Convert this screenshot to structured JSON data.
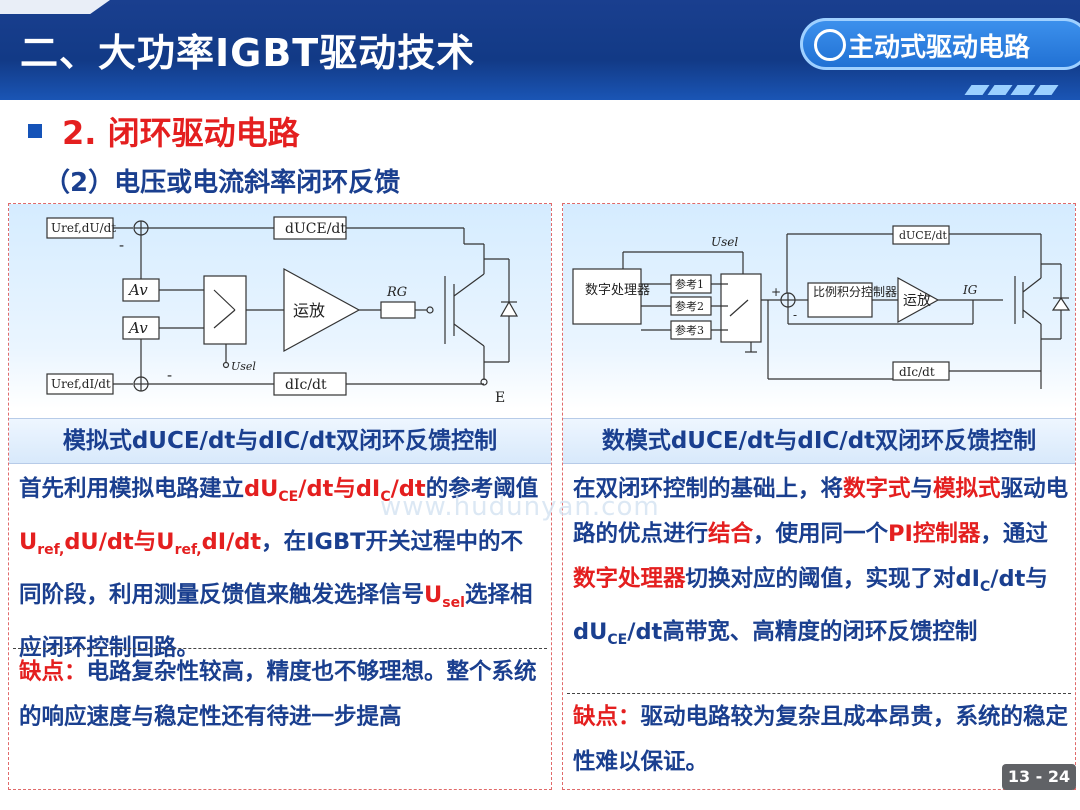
{
  "header": {
    "title": "二、大功率IGBT驱动技术",
    "section": "主动式驱动电路"
  },
  "heading": {
    "main": "2. 闭环驱动电路",
    "sub": "（2）电压或电流斜率闭环反馈"
  },
  "left": {
    "diagram": {
      "uref_du": "Uref,dU/dt",
      "uref_di": "Uref,dI/dt",
      "av": "Av",
      "feedback_top": "dUCE/dt",
      "feedback_bottom": "dIc/dt",
      "amp": "运放",
      "rg": "RG",
      "usel": "Usel",
      "minus": "-",
      "e_label": "E"
    },
    "subtitle": "模拟式dUCE/dt与dIC/dt双闭环反馈控制",
    "body": {
      "t1": "首先利用模拟电路建立",
      "r1": "dU",
      "r1_sub": "CE",
      "r2": "/dt与dI",
      "r2_sub": "C",
      "r3": "/dt",
      "t2": "的参考阈值",
      "r4": "U",
      "r4_sub": "ref,",
      "r5": "dU/dt与U",
      "r5_sub": "ref,",
      "r6": "dI/dt",
      "t3": "，在IGBT开关过程中的不同阶段，利用测量反馈值来触发选择信号",
      "r7": "U",
      "r7_sub": "sel",
      "t4": "选择相应闭环控制回路。"
    },
    "con": {
      "label": "缺点：",
      "text": "电路复杂性较高，精度也不够理想。整个系统的响应速度与稳定性还有待进一步提高"
    }
  },
  "right": {
    "diagram": {
      "usel": "Usel",
      "feedback_top": "dUCE/dt",
      "feedback_bottom": "dIc/dt",
      "processor": "数字处理器",
      "ref1": "参考1",
      "ref2": "参考2",
      "ref3": "参考3",
      "pi": "比例积分控制器",
      "amp": "运放",
      "ig": "IG",
      "plus": "+",
      "minus": "-"
    },
    "subtitle": "数模式dUCE/dt与dIC/dt双闭环反馈控制",
    "body": {
      "t1": "在双闭环控制的基础上，将",
      "r1": "数字式",
      "t2": "与",
      "r2": "模拟式",
      "t3": "驱动电路的优点进行",
      "r3": "结合",
      "t4": "，使用同一个",
      "r4": "PI控制器",
      "t5": "，通过",
      "r5": "数字处理器",
      "t6": "切换对应的阈值，实现了对dI",
      "s1": "C",
      "t7": "/dt与dU",
      "s2": "CE",
      "t8": "/dt高带宽、高精度的闭环反馈控制"
    },
    "con": {
      "label": "缺点：",
      "text": "驱动电路较为复杂且成本昂贵，系统的稳定性难以保证。"
    }
  },
  "watermark": "www.hudunyan.com",
  "page": "13 - 24",
  "colors": {
    "header": "#123a86",
    "accent_red": "#e41f1f",
    "text_blue": "#1a3f8f",
    "pill": "#1f6fd2"
  }
}
